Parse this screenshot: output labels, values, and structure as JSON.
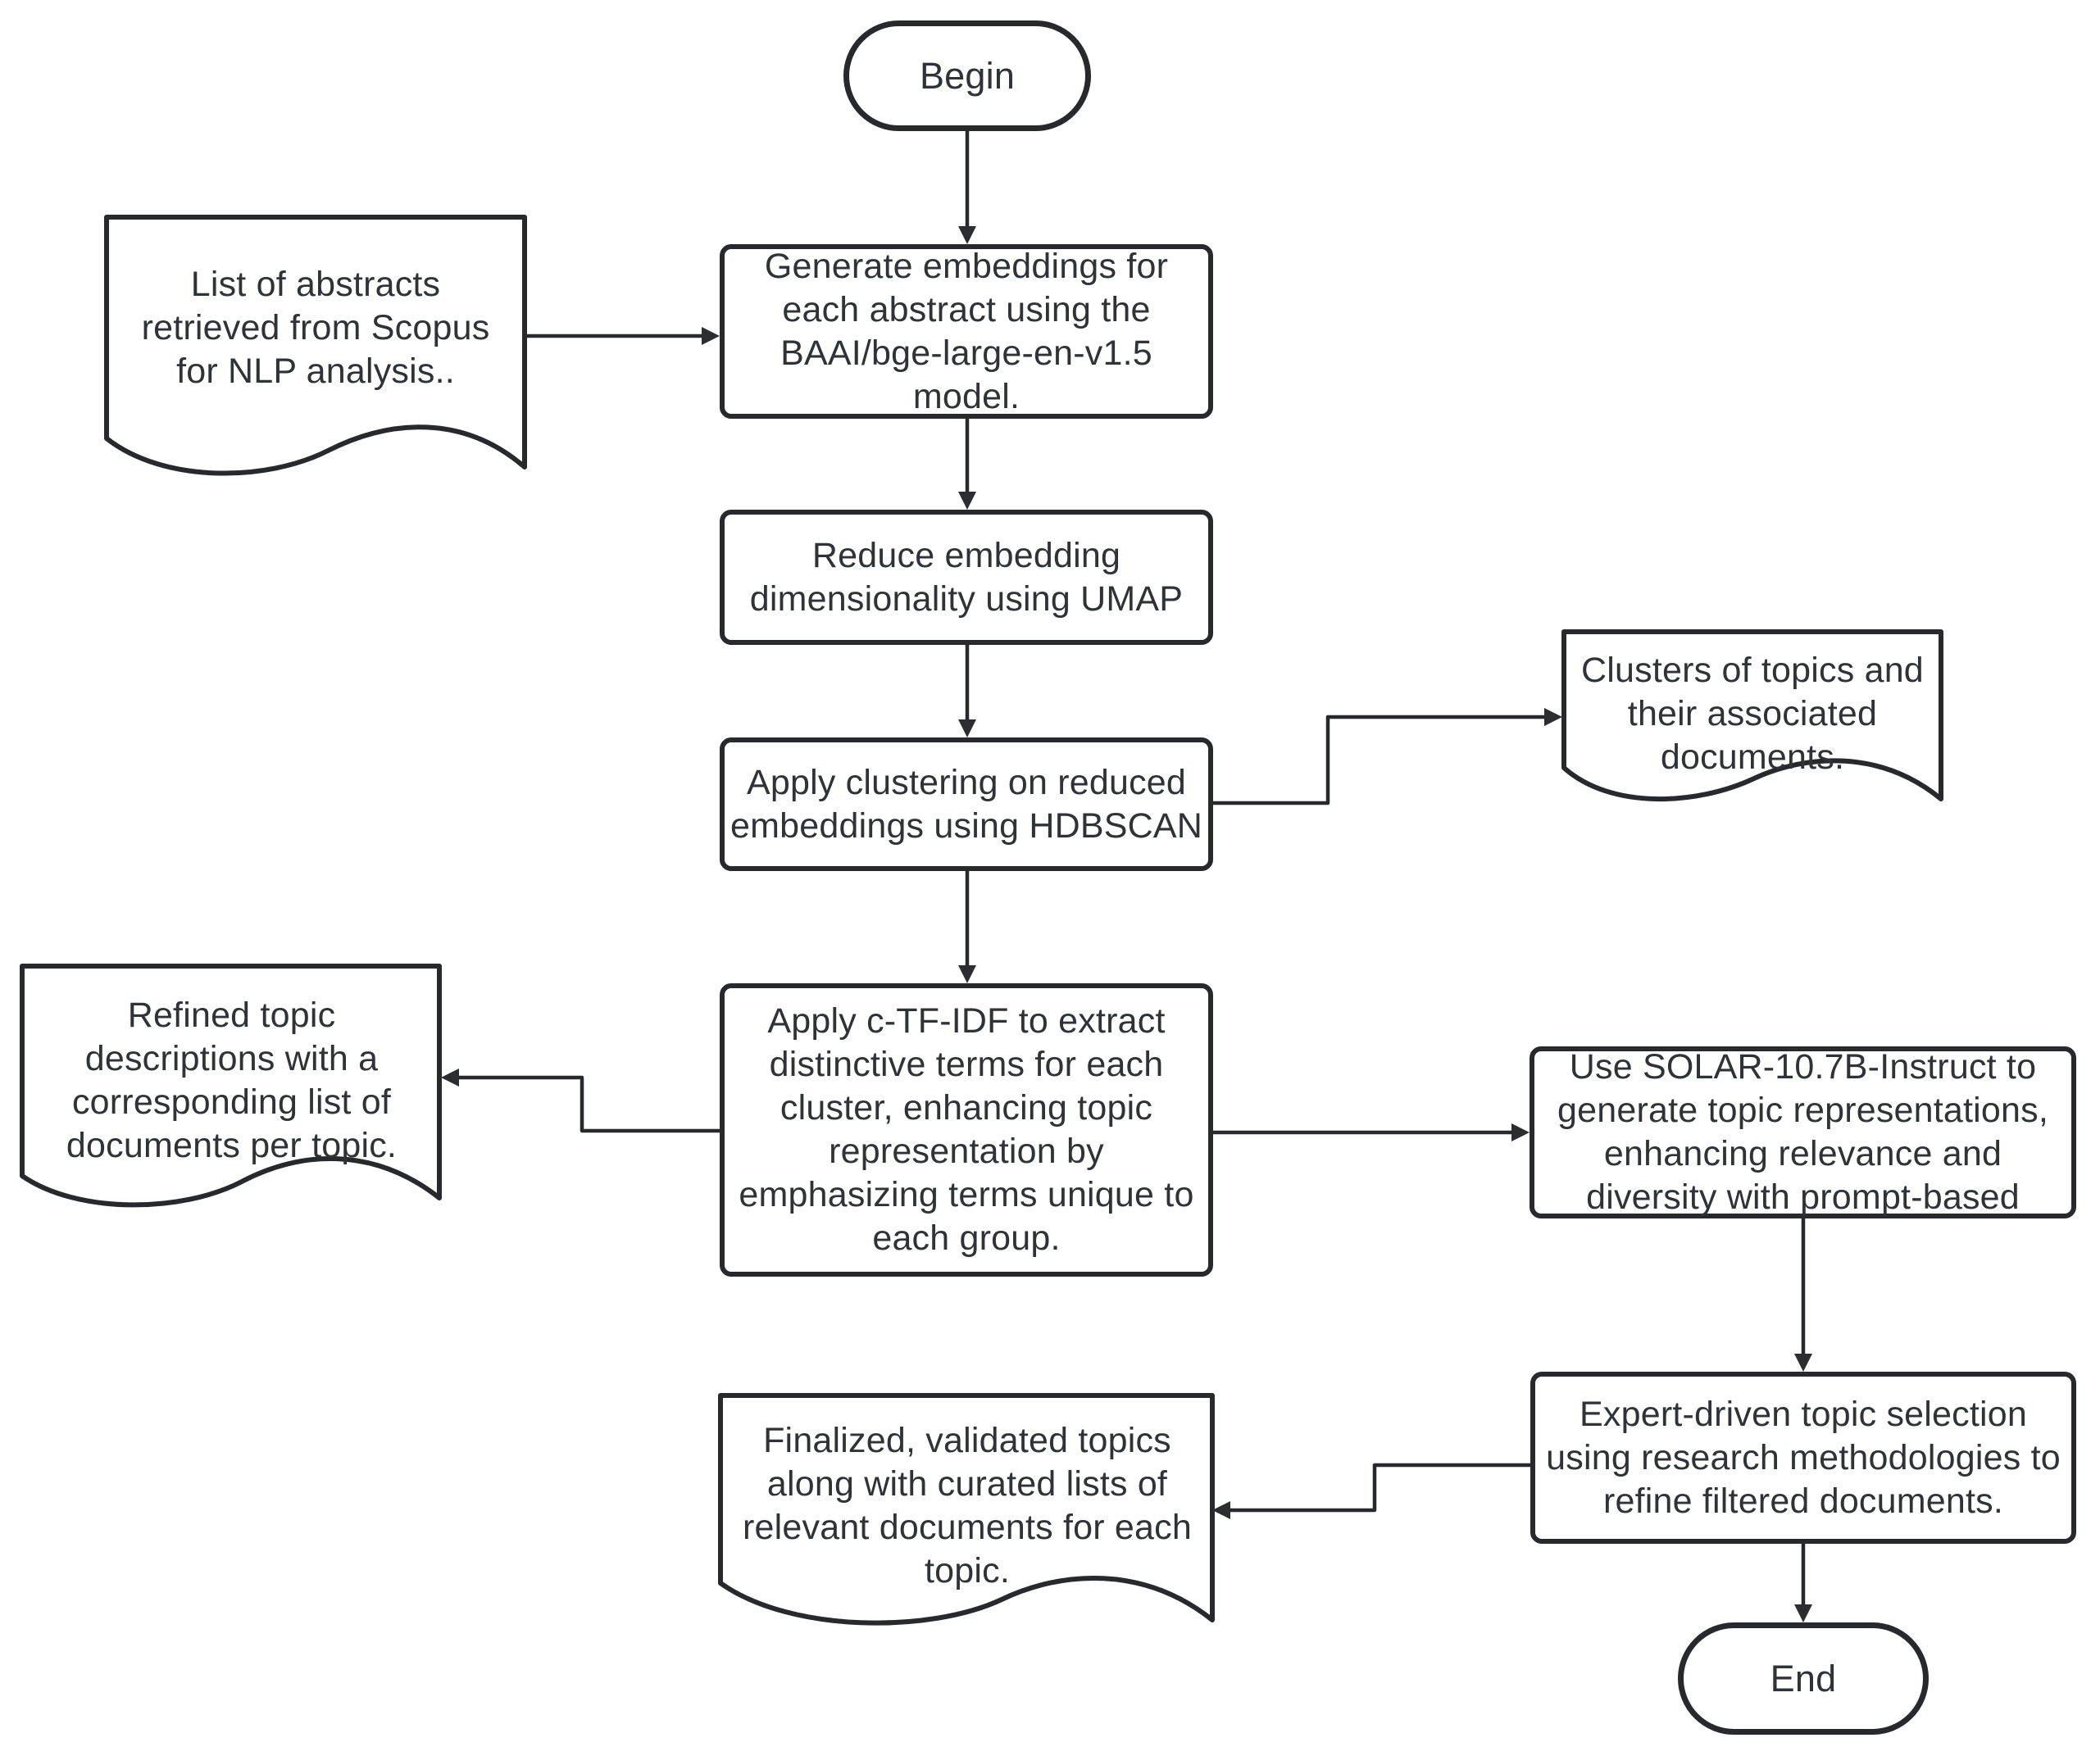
{
  "diagram": {
    "type": "flowchart",
    "background": "#ffffff",
    "stroke_color": "#27292d",
    "text_color": "#2f3237",
    "nodes": {
      "begin": {
        "shape": "terminal",
        "label": "Begin"
      },
      "list_doc": {
        "shape": "document",
        "label": "List of abstracts\nretrieved from Scopus\nfor NLP analysis.."
      },
      "generate": {
        "shape": "process",
        "label": "Generate embeddings for\neach abstract using the\nBAAI/bge-large-en-v1.5\nmodel."
      },
      "reduce": {
        "shape": "process",
        "label": "Reduce embedding\ndimensionality using UMAP"
      },
      "cluster": {
        "shape": "process",
        "label": "Apply clustering on reduced\nembeddings using HDBSCAN"
      },
      "clusters_doc": {
        "shape": "document",
        "label": "Clusters of topics and\ntheir associated\ndocuments."
      },
      "refined_doc": {
        "shape": "document",
        "label": "Refined topic\ndescriptions with a\ncorresponding list of\ndocuments per topic."
      },
      "ctfidf": {
        "shape": "process",
        "label": "Apply c-TF-IDF to extract\ndistinctive terms for each\ncluster, enhancing topic\nrepresentation by\nemphasizing terms unique to\neach group."
      },
      "solar": {
        "shape": "process",
        "label": "Use SOLAR-10.7B-Instruct to\ngenerate topic representations,\nenhancing relevance and\ndiversity with prompt-based"
      },
      "expert": {
        "shape": "process",
        "label": "Expert-driven topic selection\nusing research methodologies to\nrefine filtered documents."
      },
      "finalized_doc": {
        "shape": "document",
        "label": "Finalized, validated topics\nalong with curated lists of\nrelevant documents for each\ntopic."
      },
      "end": {
        "shape": "terminal",
        "label": "End"
      }
    },
    "edges": [
      {
        "from": "begin",
        "to": "generate"
      },
      {
        "from": "list_doc",
        "to": "generate"
      },
      {
        "from": "generate",
        "to": "reduce"
      },
      {
        "from": "reduce",
        "to": "cluster"
      },
      {
        "from": "cluster",
        "to": "clusters_doc"
      },
      {
        "from": "cluster",
        "to": "ctfidf"
      },
      {
        "from": "ctfidf",
        "to": "refined_doc"
      },
      {
        "from": "ctfidf",
        "to": "solar"
      },
      {
        "from": "solar",
        "to": "expert"
      },
      {
        "from": "expert",
        "to": "finalized_doc"
      },
      {
        "from": "expert",
        "to": "end"
      }
    ]
  }
}
